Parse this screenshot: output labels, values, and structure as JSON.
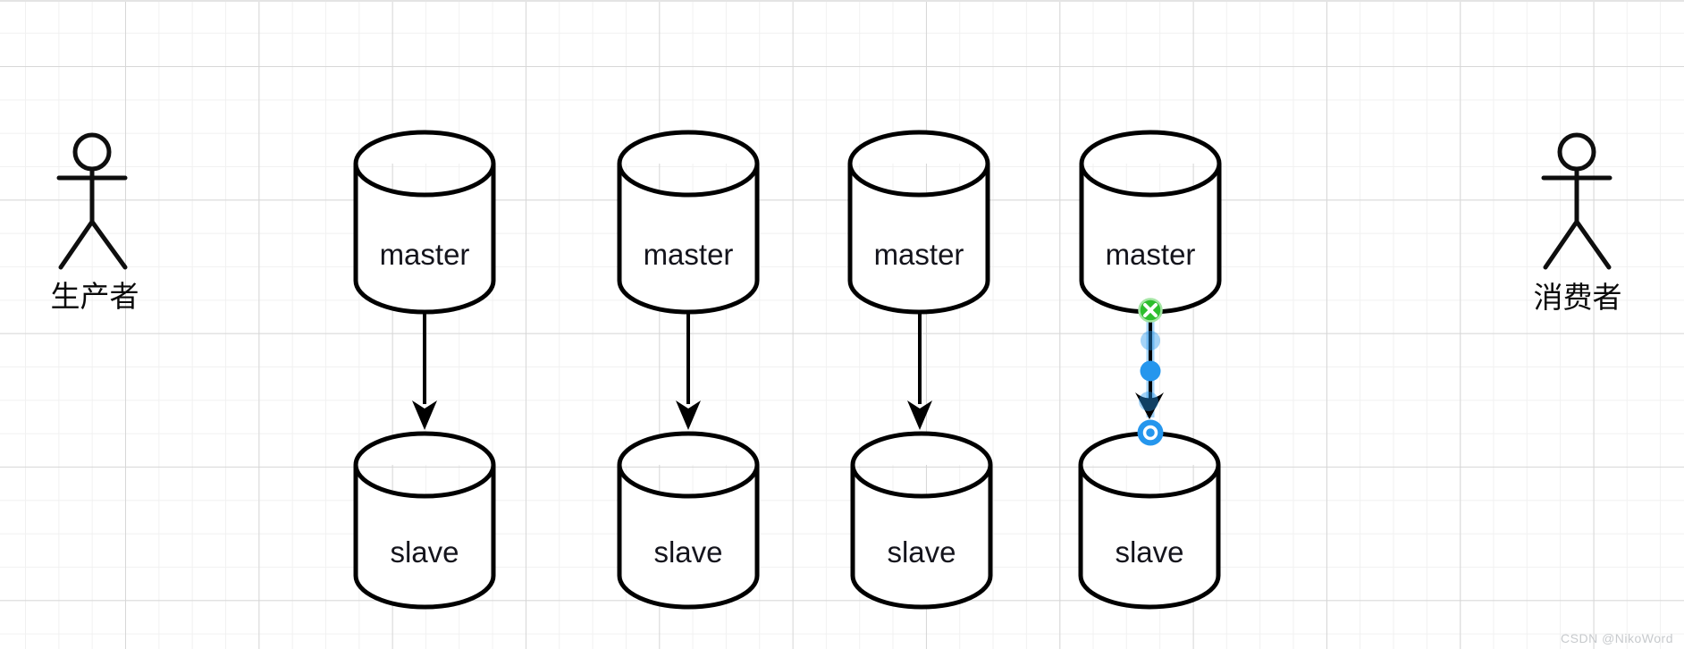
{
  "actors": {
    "producer": {
      "label": "生产者"
    },
    "consumer": {
      "label": "消费者"
    }
  },
  "clusters": [
    {
      "master_label": "master",
      "slave_label": "slave",
      "arrow_selected": false
    },
    {
      "master_label": "master",
      "slave_label": "slave",
      "arrow_selected": false
    },
    {
      "master_label": "master",
      "slave_label": "slave",
      "arrow_selected": false
    },
    {
      "master_label": "master",
      "slave_label": "slave",
      "arrow_selected": true
    }
  ],
  "selection_handles": {
    "source_handle": "anchor-connected-icon",
    "midpoint_handle": "move-handle",
    "target_handle": "endpoint-handle",
    "virtual_waypoints": 2,
    "colors": {
      "anchor_green": "#2dbe2d",
      "anchor_green_ring": "#a5e6a5",
      "handle_blue": "#2596ed",
      "virtual_blue": "rgba(37,150,237,0.42)"
    }
  },
  "canvas": {
    "background": "#ffffff",
    "grid_minor_color": "#f1f1f1",
    "grid_major_color": "#d7d7d7",
    "shape_stroke_color": "#000000"
  },
  "watermark": {
    "text": "CSDN @NikoWord",
    "color": "#c7cacd"
  }
}
